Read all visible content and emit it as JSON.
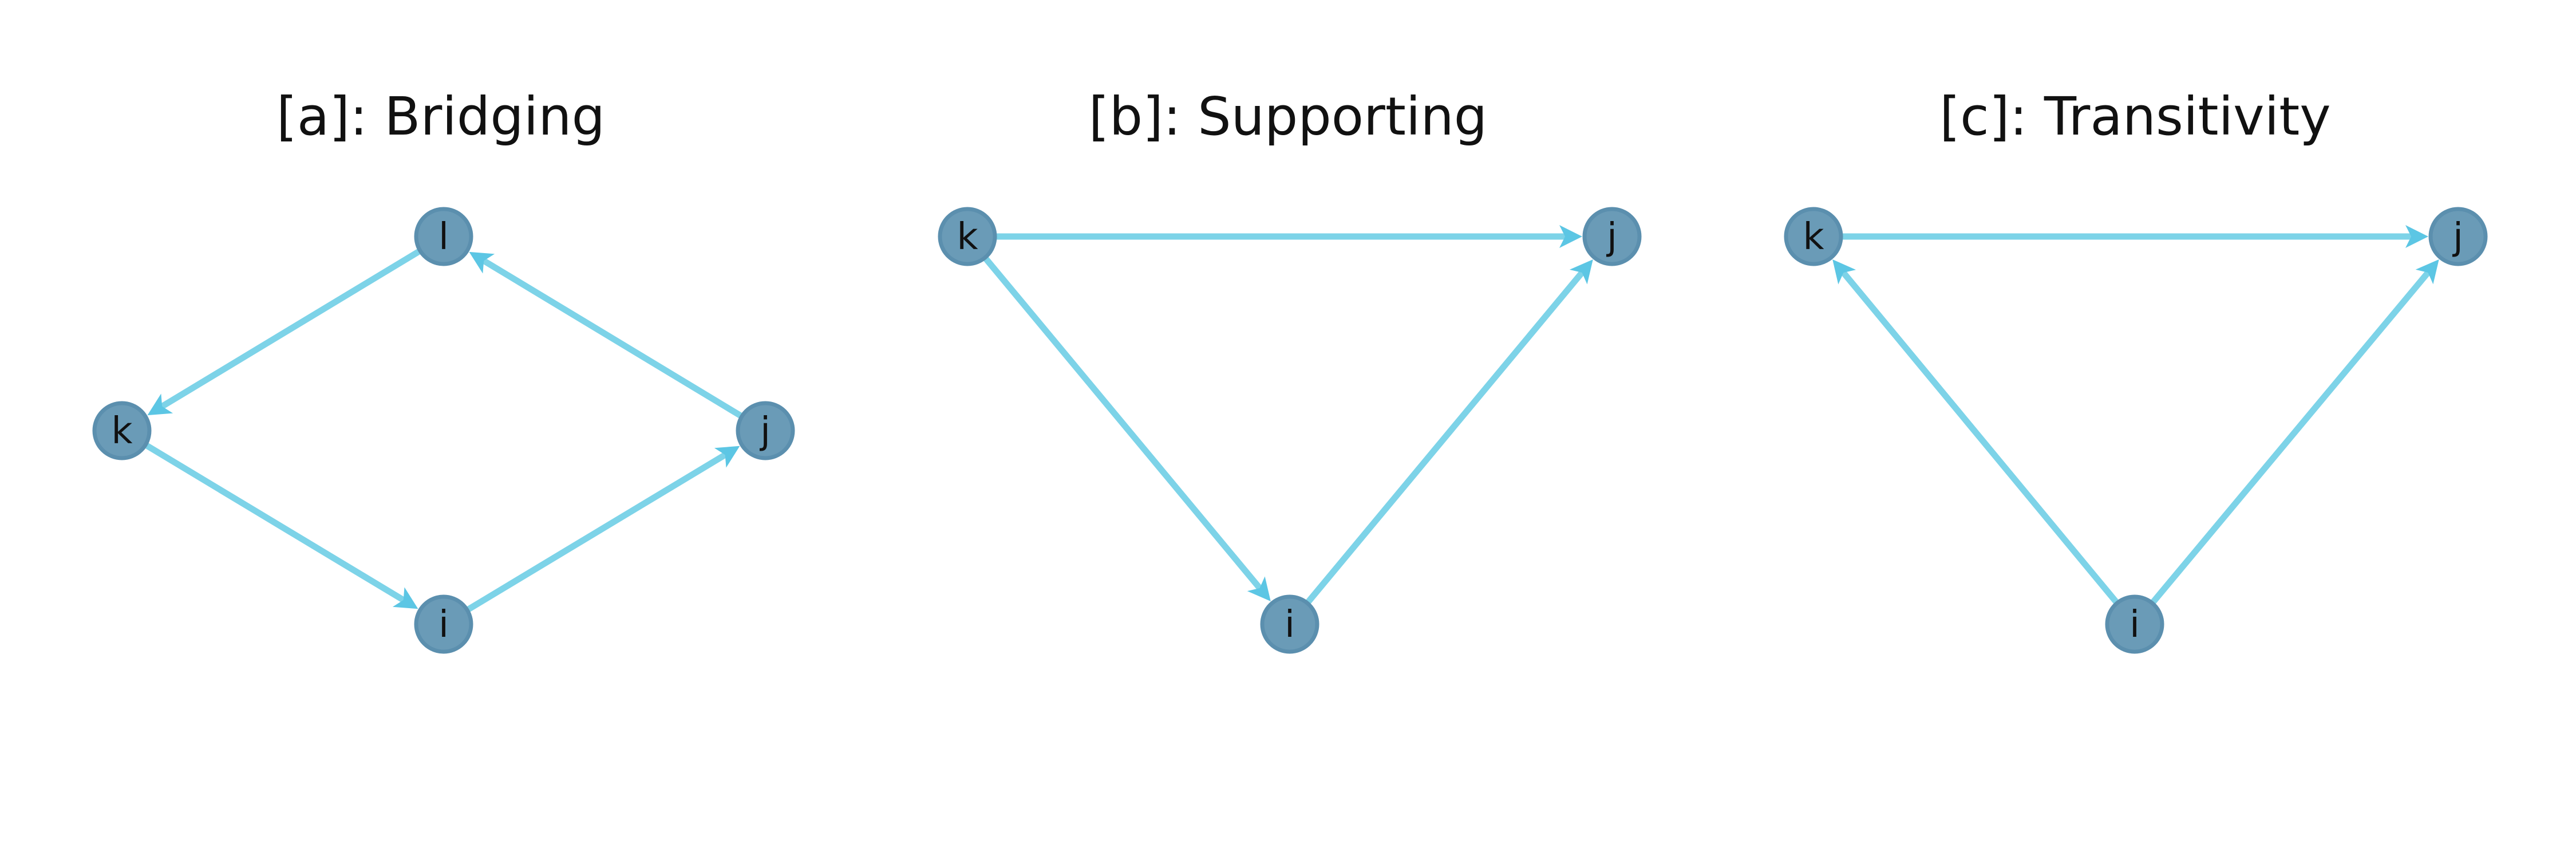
{
  "panels": [
    {
      "id": "a",
      "title": "[a]:  Bridging",
      "nodes": [
        {
          "id": "l",
          "label": "l"
        },
        {
          "id": "k",
          "label": "k"
        },
        {
          "id": "j",
          "label": "j"
        },
        {
          "id": "i",
          "label": "i"
        }
      ],
      "edges": [
        {
          "from": "l",
          "to": "k"
        },
        {
          "from": "k",
          "to": "i"
        },
        {
          "from": "i",
          "to": "j"
        },
        {
          "from": "j",
          "to": "l"
        }
      ]
    },
    {
      "id": "b",
      "title": "[b]:  Supporting",
      "nodes": [
        {
          "id": "k",
          "label": "k"
        },
        {
          "id": "j",
          "label": "j"
        },
        {
          "id": "i",
          "label": "i"
        }
      ],
      "edges": [
        {
          "from": "k",
          "to": "j"
        },
        {
          "from": "k",
          "to": "i"
        },
        {
          "from": "i",
          "to": "j"
        }
      ]
    },
    {
      "id": "c",
      "title": "[c]:  Transitivity",
      "nodes": [
        {
          "id": "k",
          "label": "k"
        },
        {
          "id": "j",
          "label": "j"
        },
        {
          "id": "i",
          "label": "i"
        }
      ],
      "edges": [
        {
          "from": "k",
          "to": "j"
        },
        {
          "from": "i",
          "to": "k"
        },
        {
          "from": "i",
          "to": "j"
        }
      ]
    }
  ]
}
